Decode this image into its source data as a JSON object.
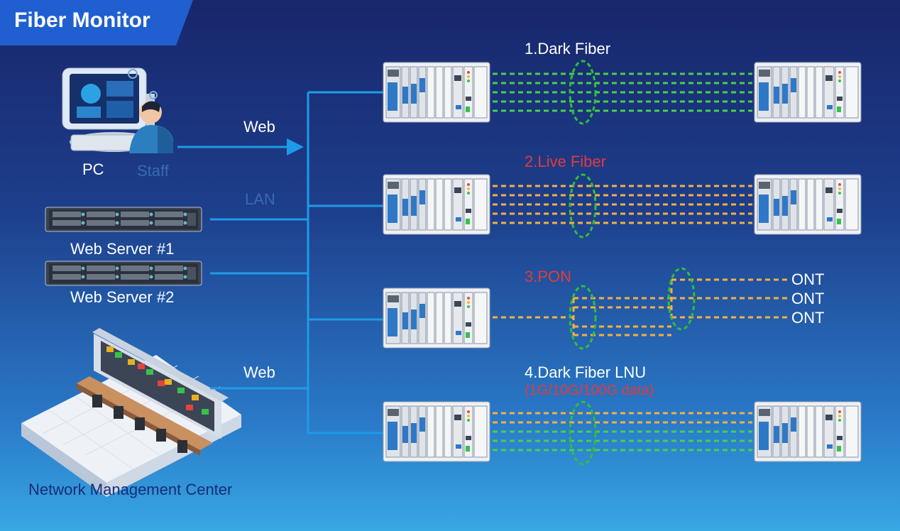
{
  "header": {
    "title": "Fiber Monitor"
  },
  "left": {
    "pc_label": "PC",
    "staff_label": "Staff",
    "web_label_top": "Web",
    "lan_label": "LAN",
    "server1_label": "Web Server #1",
    "server2_label": "Web Server #2",
    "web_label_bottom": "Web",
    "ncc_label": "Network Management Center"
  },
  "scenarios": [
    {
      "title": "1.Dark Fiber",
      "fiber_color": "#47d14a"
    },
    {
      "title": "2.Live Fiber",
      "fiber_color": "#f5b042"
    },
    {
      "title": "3.PON",
      "ont_labels": [
        "ONT",
        "ONT",
        "ONT"
      ]
    },
    {
      "title": "4.Dark Fiber LNU",
      "subtitle": "(1G/10G/100G data)"
    }
  ],
  "colors": {
    "link_blue": "#1e9be8",
    "dark_fiber": "#47d14a",
    "live_fiber": "#f5b042",
    "monitor_ellipse": "#2fbf3a",
    "red_title": "#e23b3b"
  }
}
